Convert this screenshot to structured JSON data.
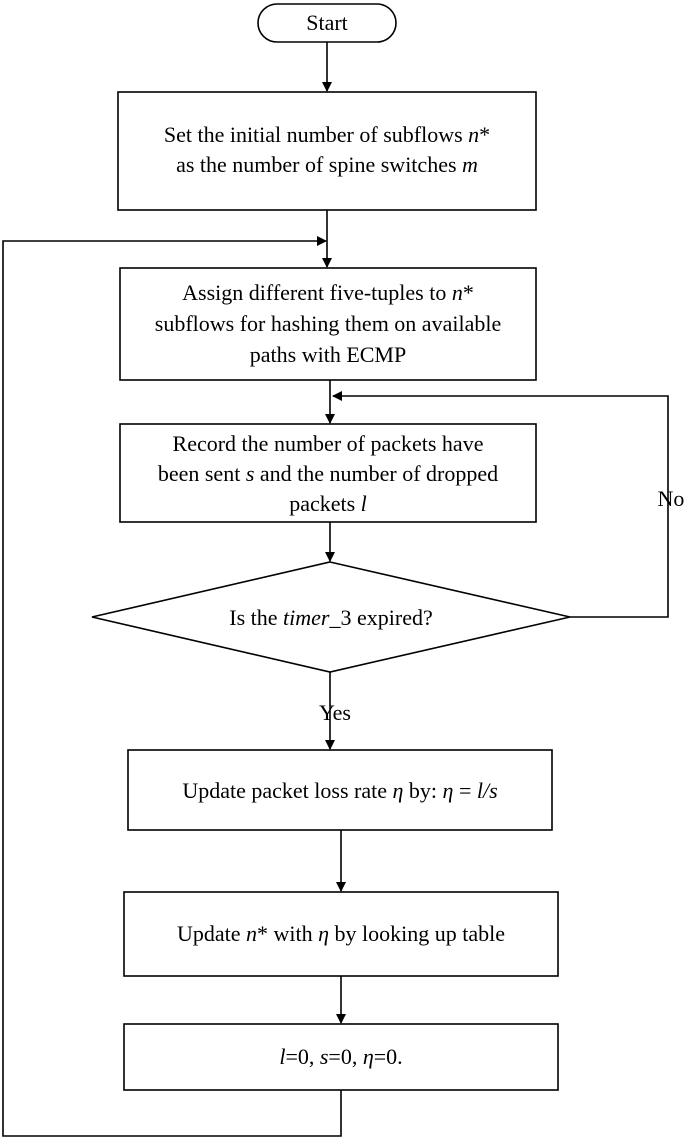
{
  "flowchart": {
    "start": "Start",
    "step1": {
      "line1": [
        {
          "t": "Set the initial number of subflows "
        },
        {
          "t": "n",
          "i": true
        },
        {
          "t": "*"
        }
      ],
      "line2": [
        {
          "t": "as the number of spine switches "
        },
        {
          "t": "m",
          "i": true
        }
      ]
    },
    "step2": {
      "line1": [
        {
          "t": "Assign different five-tuples to "
        },
        {
          "t": "n",
          "i": true
        },
        {
          "t": "*"
        }
      ],
      "line2": [
        {
          "t": "subflows for hashing them on available"
        }
      ],
      "line3": [
        {
          "t": "paths with ECMP"
        }
      ]
    },
    "step3": {
      "line1": [
        {
          "t": "Record the number of packets have"
        }
      ],
      "line2": [
        {
          "t": "been sent "
        },
        {
          "t": "s",
          "i": true
        },
        {
          "t": " and the number of dropped"
        }
      ],
      "line3": [
        {
          "t": "packets "
        },
        {
          "t": "l",
          "i": true
        }
      ]
    },
    "decision": {
      "line1": [
        {
          "t": "Is the "
        },
        {
          "t": "timer",
          "i": true
        },
        {
          "t": "_3 expired?"
        }
      ]
    },
    "no_label": "No",
    "yes_label": "Yes",
    "step4": {
      "line1": [
        {
          "t": "Update packet loss rate "
        },
        {
          "t": "η",
          "i": true
        },
        {
          "t": " by: "
        },
        {
          "t": "η",
          "i": true
        },
        {
          "t": " = "
        },
        {
          "t": "l/s",
          "i": true
        }
      ]
    },
    "step5": {
      "line1": [
        {
          "t": "Update "
        },
        {
          "t": "n",
          "i": true
        },
        {
          "t": "* with "
        },
        {
          "t": "η",
          "i": true
        },
        {
          "t": " by looking up table"
        }
      ]
    },
    "step6": {
      "line1": [
        {
          "t": "l",
          "i": true
        },
        {
          "t": "=0, "
        },
        {
          "t": "s",
          "i": true
        },
        {
          "t": "=0, "
        },
        {
          "t": "η",
          "i": true
        },
        {
          "t": "=0."
        }
      ]
    }
  }
}
